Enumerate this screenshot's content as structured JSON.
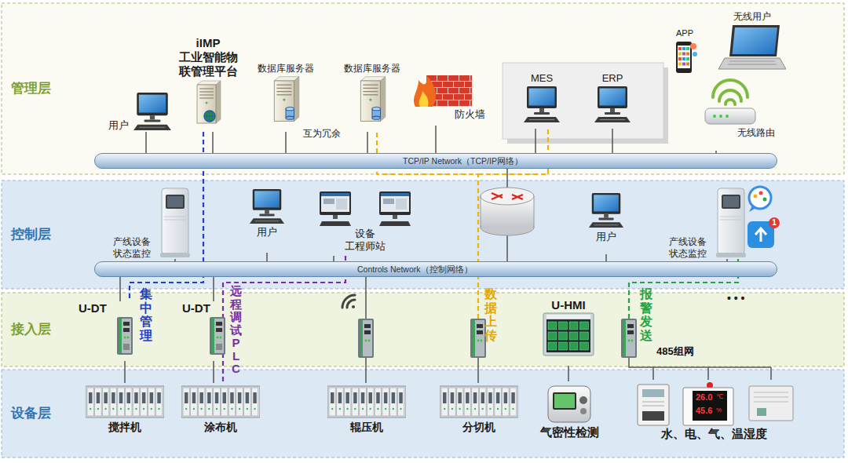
{
  "diagram": {
    "nodes": [
      {
        "text": [
          "管理层"
        ]
      },
      {
        "text": [
          "用户"
        ],
        "in": 0
      },
      {
        "text": [
          "iIMP 工业智能物 联管理平台"
        ],
        "in": 0
      },
      {
        "text": [
          "数据库服务器"
        ],
        "in": 0
      },
      {
        "text": [
          "数据库服务器"
        ],
        "in": 0
      },
      {
        "text": [
          "防火墙"
        ],
        "in": 0
      },
      {
        "text": [
          "MES"
        ],
        "in": 0
      },
      {
        "text": [
          "ERP"
        ],
        "in": 0
      },
      {
        "text": [
          "APP"
        ],
        "in": 0
      },
      {
        "text": [
          "无线用户"
        ],
        "in": 0
      },
      {
        "text": [
          "无线路由"
        ],
        "in": 0
      },
      {
        "text": [
          "TCP/IP Network（TCP/IP网络）"
        ],
        "in": 0
      },
      {
        "text": [
          "控制层"
        ]
      },
      {
        "text": [
          "产线设备 状态监控"
        ],
        "in": 12
      },
      {
        "text": [
          "用户"
        ],
        "in": 12
      },
      {
        "text": [
          "设备 工程师站"
        ],
        "in": 12
      },
      {
        "text": [
          "用户"
        ],
        "in": 12
      },
      {
        "text": [
          "产线设备 状态监控"
        ],
        "in": 12
      },
      {
        "text": [
          "Controls Network（控制网络）"
        ],
        "in": 12
      },
      {
        "text": [
          "接入层"
        ]
      },
      {
        "text": [
          "U-DT"
        ],
        "in": 19
      },
      {
        "text": [
          "U-DT"
        ],
        "in": 19
      },
      {
        "text": [
          "U-HMI"
        ],
        "in": 19
      },
      {
        "text": [
          "设备层"
        ]
      },
      {
        "text": [
          "搅拌机"
        ],
        "in": 23
      },
      {
        "text": [
          "涂布机"
        ],
        "in": 23
      },
      {
        "text": [
          "辊压机"
        ],
        "in": 23
      },
      {
        "text": [
          "分切机"
        ],
        "in": 23
      },
      {
        "text": [
          "气密性检测"
        ],
        "in": 23
      },
      {
        "text": [
          "水、电、气、温湿度"
        ],
        "in": 23
      }
    ],
    "edges": [
      {
        "from": 1,
        "to": 11,
        "arrow": "none"
      },
      {
        "from": 2,
        "to": 11,
        "arrow": "none"
      },
      {
        "from": 3,
        "to": 11,
        "arrow": "none"
      },
      {
        "from": 4,
        "to": 11,
        "arrow": "none"
      },
      {
        "from": 5,
        "to": 11,
        "arrow": "none"
      },
      {
        "from": 6,
        "to": 11,
        "arrow": "none"
      },
      {
        "from": 7,
        "to": 11,
        "arrow": "none"
      },
      {
        "from": 10,
        "to": 11,
        "arrow": "none"
      },
      {
        "from": 2,
        "to": 20,
        "label": "集中管理",
        "arrow": "none"
      },
      {
        "from": 15,
        "to": 25,
        "label": "远程调试PLC",
        "arrow": "none"
      },
      {
        "from": 13,
        "to": 18,
        "arrow": "none"
      },
      {
        "from": 14,
        "to": 18,
        "arrow": "none"
      },
      {
        "from": 15,
        "to": 18,
        "arrow": "none"
      },
      {
        "from": 16,
        "to": 18,
        "arrow": "none"
      },
      {
        "from": 17,
        "to": 18,
        "arrow": "none"
      },
      {
        "from": 18,
        "to": 20,
        "arrow": "none"
      },
      {
        "from": 18,
        "to": 21,
        "arrow": "none"
      },
      {
        "from": 20,
        "to": 24,
        "arrow": "none"
      },
      {
        "from": 21,
        "to": 25,
        "arrow": "none"
      },
      {
        "from": 22,
        "to": 28,
        "arrow": "none"
      }
    ],
    "labels": [
      "互为冗余",
      "数据上传",
      "报警发送",
      "• • •",
      "485组网",
      "26.0",
      "℃",
      "45.6",
      "%",
      "1"
    ]
  }
}
